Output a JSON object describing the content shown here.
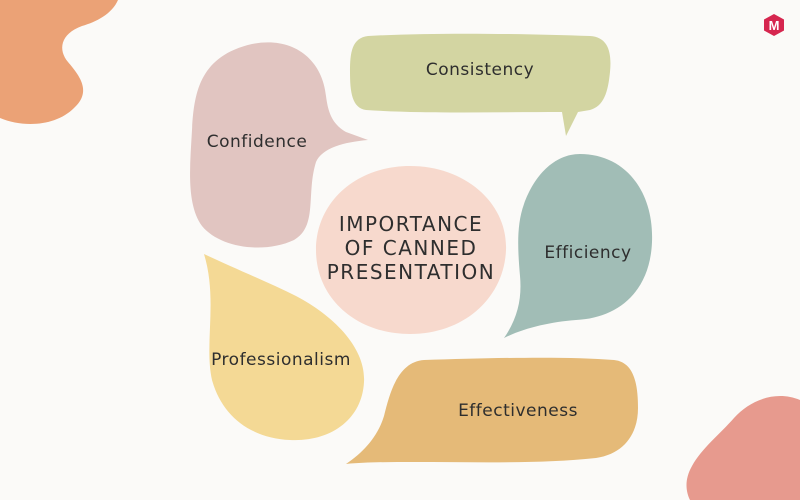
{
  "center": {
    "line1": "IMPORTANCE",
    "line2": "OF CANNED",
    "line3": "PRESENTATION"
  },
  "bubbles": [
    {
      "label": "Confidence",
      "color": "#e1c5c1"
    },
    {
      "label": "Consistency",
      "color": "#d3d5a2"
    },
    {
      "label": "Efficiency",
      "color": "#a1bdb6"
    },
    {
      "label": "Professionalism",
      "color": "#f4d995"
    },
    {
      "label": "Effectiveness",
      "color": "#e5ba78"
    }
  ],
  "colors": {
    "center": "#f7d9cd",
    "blob_top_left": "#eba276",
    "blob_bottom_right": "#e79a8e",
    "logo": "#d6264f"
  },
  "logo": {
    "letter": "M"
  }
}
